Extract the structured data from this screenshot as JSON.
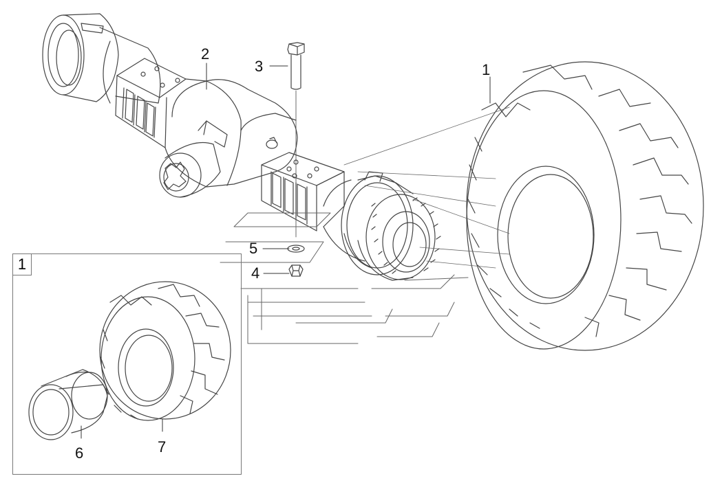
{
  "callouts": {
    "c1_main": "1",
    "c2": "2",
    "c3": "3",
    "c4": "4",
    "c5": "5",
    "c6": "6",
    "c7": "7",
    "c1_inset": "1"
  }
}
